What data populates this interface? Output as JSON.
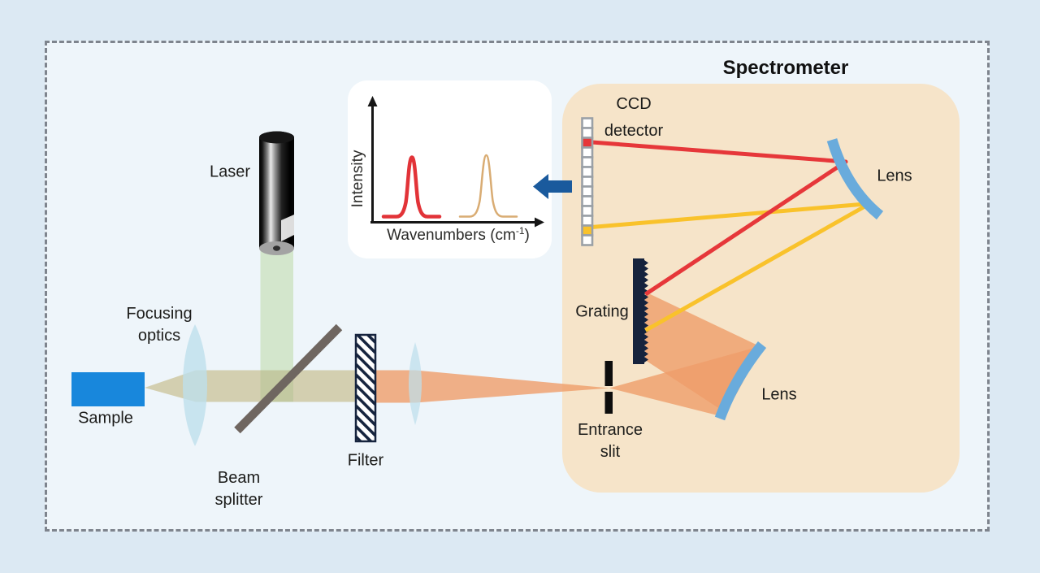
{
  "diagram": {
    "title": "Spectrometer",
    "labels": {
      "laser": "Laser",
      "focusing_optics": {
        "line1": "Focusing",
        "line2": "optics"
      },
      "sample": "Sample",
      "beam_splitter": {
        "line1": "Beam",
        "line2": "splitter"
      },
      "filter": "Filter",
      "entrance_slit": {
        "line1": "Entrance",
        "line2": "slit"
      },
      "grating": "Grating",
      "ccd_detector": {
        "line1": "CCD",
        "line2": "detector"
      },
      "lens_upper": "Lens",
      "lens_lower": "Lens"
    },
    "ccd": {
      "cell_count": 13,
      "red_cell_index": 3,
      "yellow_cell_index": 12
    },
    "colors": {
      "background_outer": "#dce9f3",
      "background_inner": "#eef5fa",
      "dashed_border": "#7e848d",
      "spectrometer_box": "#f6e4c9",
      "laser_beam_green": "#d3e6cc",
      "collected_beam_olive": "#d3cfb0",
      "scattered_beam_orange": "#ef9e6a",
      "dispersed_red": "#e6373a",
      "dispersed_yellow": "#f9c22b",
      "lens_blue": "#69abdc",
      "grating_navy": "#16233d",
      "sample_blue": "#1887dc",
      "arrow_blue": "#1a5a9d"
    }
  },
  "chart_data": {
    "type": "line",
    "title": "",
    "ylabel": "Intensity",
    "xlabel_parts": {
      "prefix": "Wavenumbers (cm",
      "sup": "-1",
      "suffix": ")"
    },
    "x_ticks": [],
    "y_ticks": [],
    "grid": false,
    "legend": false,
    "axis_arrows": true,
    "series": [
      {
        "name": "red-peak",
        "color": "#e23338",
        "line_width": 4.5,
        "peak_center_frac": 0.37,
        "peak_height_frac": 0.92,
        "peak_fwhm_frac": 0.1
      },
      {
        "name": "tan-peak",
        "color": "#d9ac73",
        "line_width": 2.5,
        "peak_center_frac": 0.72,
        "peak_height_frac": 0.93,
        "peak_fwhm_frac": 0.1
      }
    ]
  }
}
